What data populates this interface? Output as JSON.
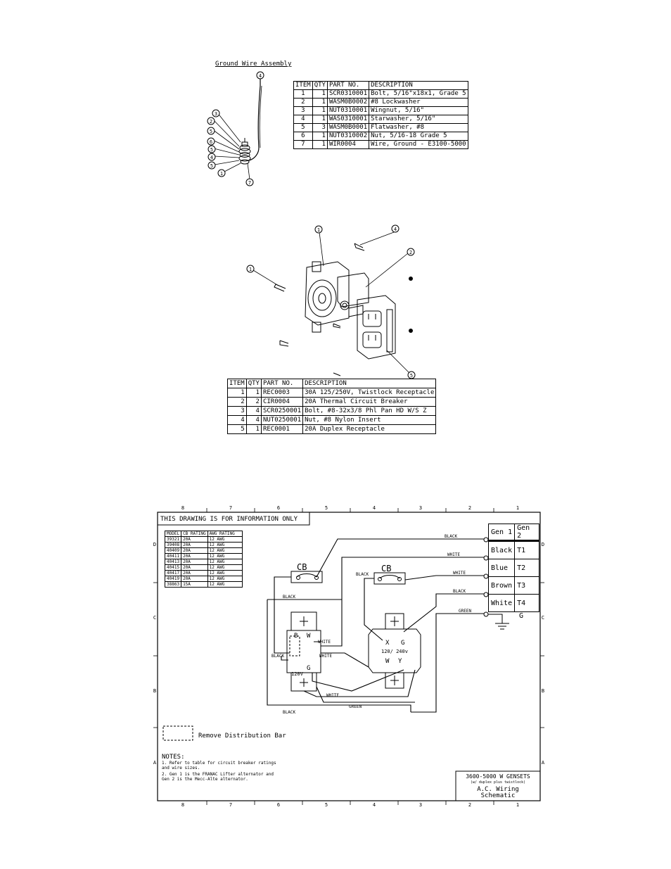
{
  "ground_assembly": {
    "title": "Ground Wire Assembly",
    "headers": [
      "ITEM",
      "QTY",
      "PART NO.",
      "DESCRIPTION"
    ],
    "rows": [
      [
        "1",
        "1",
        "SCR0310001",
        "Bolt, 5/16\"x18x1, Grade 5"
      ],
      [
        "2",
        "1",
        "WASM0B0002",
        "#8 Lockwasher"
      ],
      [
        "3",
        "1",
        "NUT0310001",
        "Wingnut, 5/16\""
      ],
      [
        "4",
        "1",
        "WAS0310001",
        "Starwasher, 5/16\""
      ],
      [
        "5",
        "3",
        "WASM0B0001",
        "Flatwasher, #8"
      ],
      [
        "6",
        "1",
        "NUT0310002",
        "Nut, 5/16-18 Grade 5"
      ],
      [
        "7",
        "1",
        "WIR0004",
        "Wire, Ground - E3100-5000"
      ]
    ],
    "balloons_left": [
      "3",
      "2",
      "5",
      "6",
      "5",
      "4",
      "5",
      "1"
    ],
    "balloon_top": "4",
    "balloon_bottom": "7"
  },
  "receptacle_assembly": {
    "headers": [
      "ITEM",
      "QTY",
      "PART NO.",
      "DESCRIPTION"
    ],
    "rows": [
      [
        "1",
        "1",
        "REC0003",
        "30A 125/250V, Twistlock Receptacle"
      ],
      [
        "2",
        "2",
        "CIR0004",
        "20A Thermal Circuit Breaker"
      ],
      [
        "3",
        "4",
        "SCR0250001",
        "Bolt, #8-32x3/8 Phl Pan HD W/S Z"
      ],
      [
        "4",
        "4",
        "NUT0250001",
        "Nut, #8 Nylon Insert"
      ],
      [
        "5",
        "1",
        "REC0001",
        "20A Duplex Receptacle"
      ]
    ],
    "balloons": [
      "1",
      "4",
      "2",
      "1",
      "5"
    ]
  },
  "schematic": {
    "notice": "THIS DRAWING IS FOR INFORMATION ONLY",
    "zone_top": [
      "8",
      "7",
      "6",
      "5",
      "4",
      "3",
      "2",
      "1"
    ],
    "zone_bottom": [
      "8",
      "7",
      "6",
      "5",
      "4",
      "3",
      "2",
      "1"
    ],
    "zone_left": [
      "D",
      "C",
      "B",
      "A"
    ],
    "cb_table": {
      "headers": [
        "MODEL",
        "CB RATING",
        "AWG RATING"
      ],
      "rows": [
        [
          "39321",
          "20A",
          "12 AWG"
        ],
        [
          "39408",
          "20A",
          "12 AWG"
        ],
        [
          "40409",
          "20A",
          "12 AWG"
        ],
        [
          "40411",
          "20A",
          "12 AWG"
        ],
        [
          "40413",
          "20A",
          "12 AWG"
        ],
        [
          "40415",
          "20A",
          "12 AWG"
        ],
        [
          "40417",
          "20A",
          "12 AWG"
        ],
        [
          "40419",
          "20A",
          "12 AWG"
        ],
        [
          "38863",
          "15A",
          "12 AWG"
        ]
      ]
    },
    "gen_table": {
      "headers": [
        "Gen 1",
        "Gen 2"
      ],
      "rows": [
        [
          "Black",
          "T1"
        ],
        [
          "Blue",
          "T2"
        ],
        [
          "Brown",
          "T3"
        ],
        [
          "White",
          "T4"
        ]
      ]
    },
    "ground_label": "G",
    "cb_label": "CB",
    "wire_labels": {
      "black": "BLACK",
      "white": "WHITE",
      "green": "GREEN"
    },
    "twistlock": {
      "x": "X",
      "g": "G",
      "w": "W",
      "y": "Y",
      "rating": "120/ 240v"
    },
    "duplex": {
      "b": "B",
      "w": "W",
      "g": "G",
      "rating": "120V"
    },
    "legend": "Remove Distribution Bar",
    "notes_title": "NOTES:",
    "notes": [
      "1. Refer to table for circuit breaker ratings",
      "   and wire sizes.",
      "2. Gen 1 is the FRANAC Lifter alternator and",
      "   Gen 2 is the Mecc-Alte alternator."
    ],
    "title_block": [
      "3600-5000 W GENSETS",
      "(w/ duplex plus twistlock)",
      "A.C. Wiring",
      "Schematic"
    ]
  }
}
